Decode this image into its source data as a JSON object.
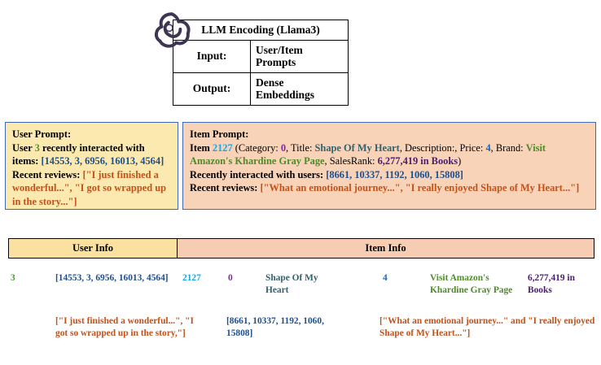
{
  "llm": {
    "logo_name": "openai-style-knot-logo",
    "title": "LLM Encoding (Llama3)",
    "rows": [
      {
        "key": "Input:",
        "value": "User/Item Prompts"
      },
      {
        "key": "Output:",
        "value": "Dense Embeddings"
      }
    ]
  },
  "user_prompt": {
    "heading": "User Prompt:",
    "line2_prefix": "User ",
    "user_id": "3",
    "line2_suffix": " recently interacted with",
    "items_label": "items:",
    "items_value": "[14553, 3, 6956, 16013, 4564]",
    "reviews_label": "Recent reviews:",
    "reviews_value": "[\"I just finished a wonderful...\", \"I got so wrapped up in the story...\"]"
  },
  "item_prompt": {
    "heading": "Item Prompt:",
    "item_word": "Item ",
    "item_id": "2127",
    "open_paren": " (Category: ",
    "category": "0",
    "title_label": ", Title: ",
    "title": "Shape Of My Heart",
    "desc_label": ", Description:, Price: ",
    "price": "4",
    "brand_label": ", Brand: ",
    "brand": "Visit Amazon's Khardine Gray Page",
    "salesrank_label": ", SalesRank: ",
    "salesrank": "6,277,419 in Books",
    "close_paren": ")",
    "users_label": "Recently interacted with users:",
    "users_value": "[8661, 10337, 1192, 1060, 15808]",
    "reviews_label": "Recent reviews:",
    "reviews_value": "[\"What an emotional journey...\", \"I really enjoyed Shape of My Heart...\"]"
  },
  "info_header": {
    "user_info": "User Info",
    "item_info": "Item Info"
  },
  "table_row": {
    "user_id": "3",
    "user_items": "[14553, 3, 6956, 16013, 4564]",
    "item_id": "2127",
    "category": "0",
    "title": "Shape Of My Heart",
    "price": "4",
    "brand": "Visit Amazon's Khardine Gray Page",
    "salesrank": "6,277,419 in Books",
    "user_reviews": "[\"I just finished a wonderful...\", \"I got so wrapped up in the story,\"]",
    "item_users": "[8661, 10337, 1192, 1060, 15808]",
    "item_reviews": "[\"What an emotional journey...\" and \"I really enjoyed Shape of My Heart...\"]"
  },
  "colors": {
    "user_box_bg": "#fce9b0",
    "item_box_bg": "#f8d3b8",
    "box_border": "#4169b0",
    "user_info_bg": "#fbe1a0",
    "item_info_bg": "#f6cdb2",
    "green": "#4a9a2f",
    "blue": "#1c4f8f",
    "orange": "#c2521a",
    "cyan": "#18a5e8",
    "purple": "#7b2a9b",
    "steel": "#33616e",
    "brand_green": "#4f8a28",
    "maroon": "#4a1c6b",
    "logo_purple": "#3d3551"
  }
}
